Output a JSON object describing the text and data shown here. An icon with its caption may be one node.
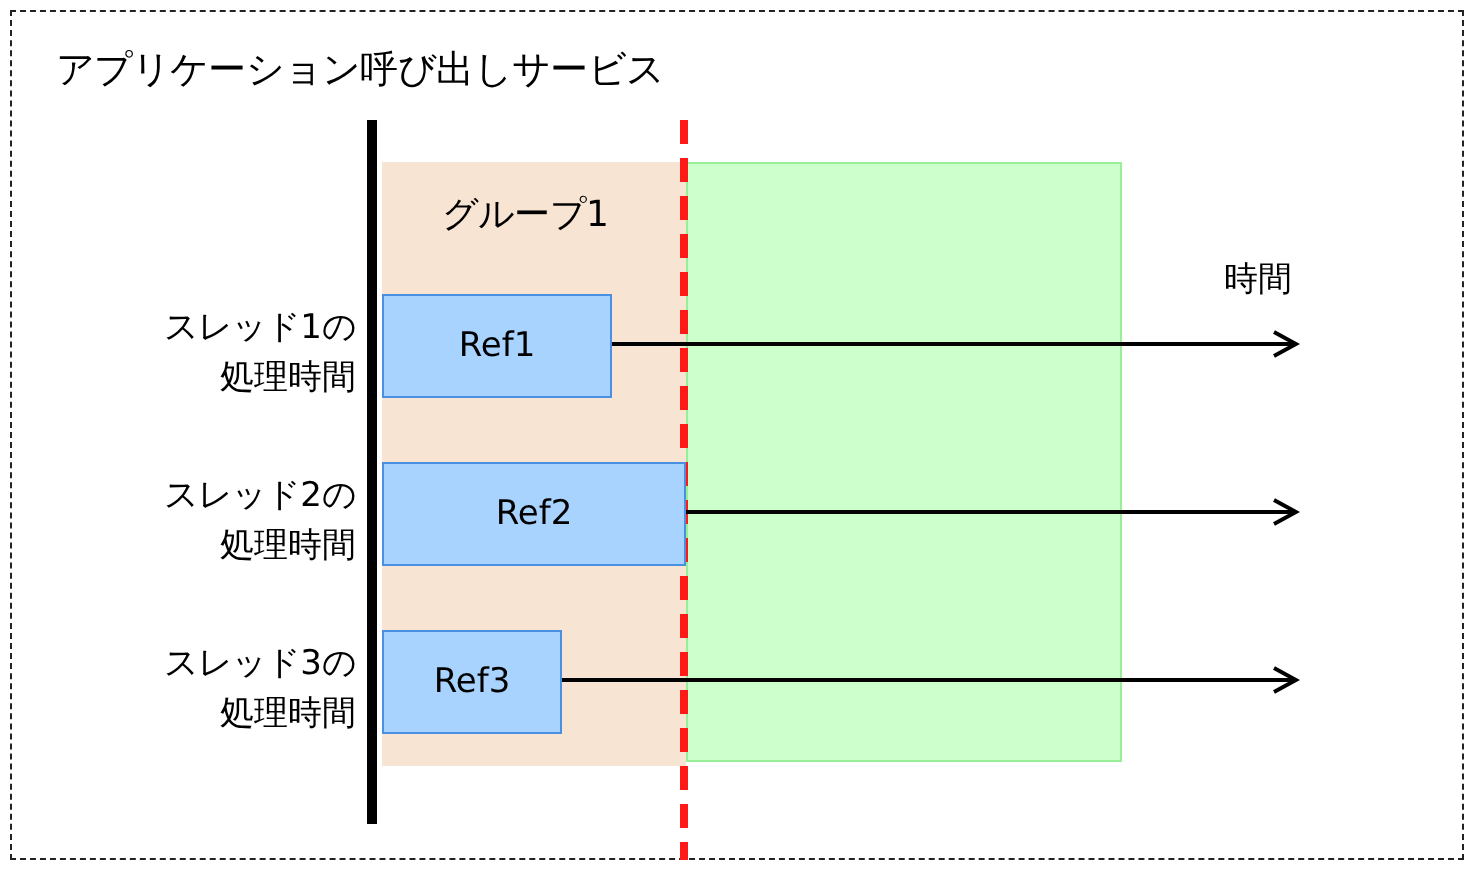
{
  "diagram": {
    "nodes": [
      {
        "text": [
          "アプリケーション呼び出しサービス"
        ]
      },
      {
        "text": [
          "グループ1"
        ],
        "in": 0
      },
      {
        "text": [],
        "shape": "box",
        "in": 0
      },
      {
        "text": [
          "Ref1"
        ],
        "in": 1
      },
      {
        "text": [
          "Ref2"
        ],
        "in": 1
      },
      {
        "text": [
          "Ref3"
        ],
        "in": 1
      }
    ],
    "edges": [
      {
        "from": 3,
        "to": null,
        "arrow": "to"
      },
      {
        "from": 4,
        "to": null,
        "arrow": "to"
      },
      {
        "from": 5,
        "to": null,
        "arrow": "to"
      }
    ],
    "labels": [
      "スレッド1の処理時間",
      "スレッド2の処理時間",
      "スレッド3の処理時間",
      "時間"
    ]
  }
}
